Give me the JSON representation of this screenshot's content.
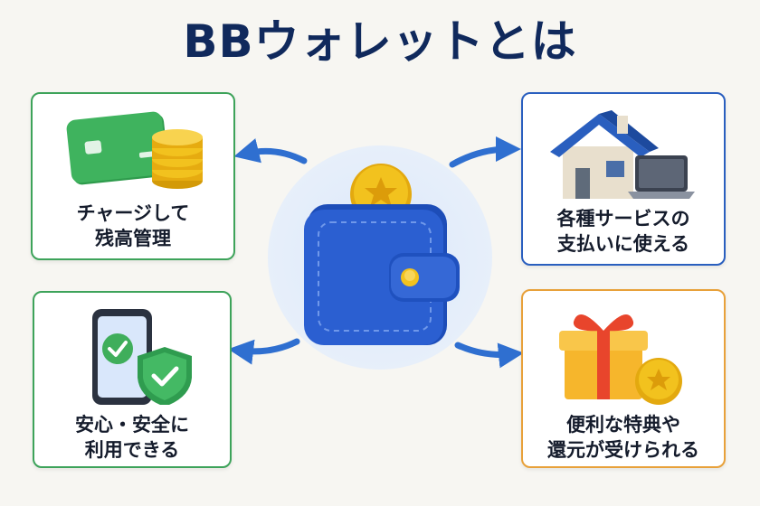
{
  "title": "BBウォレットとは",
  "center": {
    "icon": "wallet-with-coin-icon"
  },
  "features": [
    {
      "lines": [
        "チャージして",
        "残高管理"
      ],
      "icon": "card-and-coins-icon",
      "color": "#3da35a"
    },
    {
      "lines": [
        "各種サービスの",
        "支払いに使える"
      ],
      "icon": "house-and-laptop-icon",
      "color": "#2a5fbf"
    },
    {
      "lines": [
        "安心・安全に",
        "利用できる"
      ],
      "icon": "phone-shield-icon",
      "color": "#3da35a"
    },
    {
      "lines": [
        "便利な特典や",
        "還元が受けられる"
      ],
      "icon": "gift-and-coin-icon",
      "color": "#e8a13a"
    }
  ],
  "colors": {
    "title": "#10295c",
    "arrow": "#2f6fd0",
    "wallet": "#2b5fd1",
    "coin": "#f2c21e"
  }
}
